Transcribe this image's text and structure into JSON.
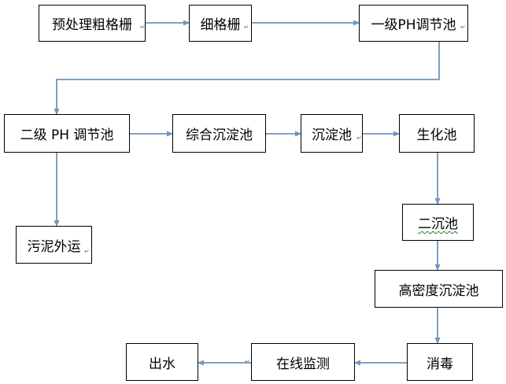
{
  "diagram": {
    "nodes": {
      "pre_grid": "预处理粗格栅",
      "fine_grid": "细格栅",
      "ph1": "一级PH调节池",
      "ph2": "二级 PH 调节池",
      "comp_sed": "综合沉淀池",
      "sed": "沉淀池",
      "bio": "生化池",
      "sludge": "污泥外运",
      "sec_sed": "二沉池",
      "hd_sed": "高密度沉淀池",
      "disinfect": "消毒",
      "monitor": "在线监测",
      "outlet": "出水"
    },
    "edges": [
      [
        "pre_grid",
        "fine_grid"
      ],
      [
        "fine_grid",
        "ph1"
      ],
      [
        "ph1",
        "ph2"
      ],
      [
        "ph2",
        "comp_sed"
      ],
      [
        "comp_sed",
        "sed"
      ],
      [
        "sed",
        "bio"
      ],
      [
        "ph2",
        "sludge"
      ],
      [
        "bio",
        "sec_sed"
      ],
      [
        "sec_sed",
        "hd_sed"
      ],
      [
        "hd_sed",
        "disinfect"
      ],
      [
        "disinfect",
        "monitor"
      ],
      [
        "monitor",
        "outlet"
      ]
    ],
    "edge_color": "#6f95bd"
  }
}
